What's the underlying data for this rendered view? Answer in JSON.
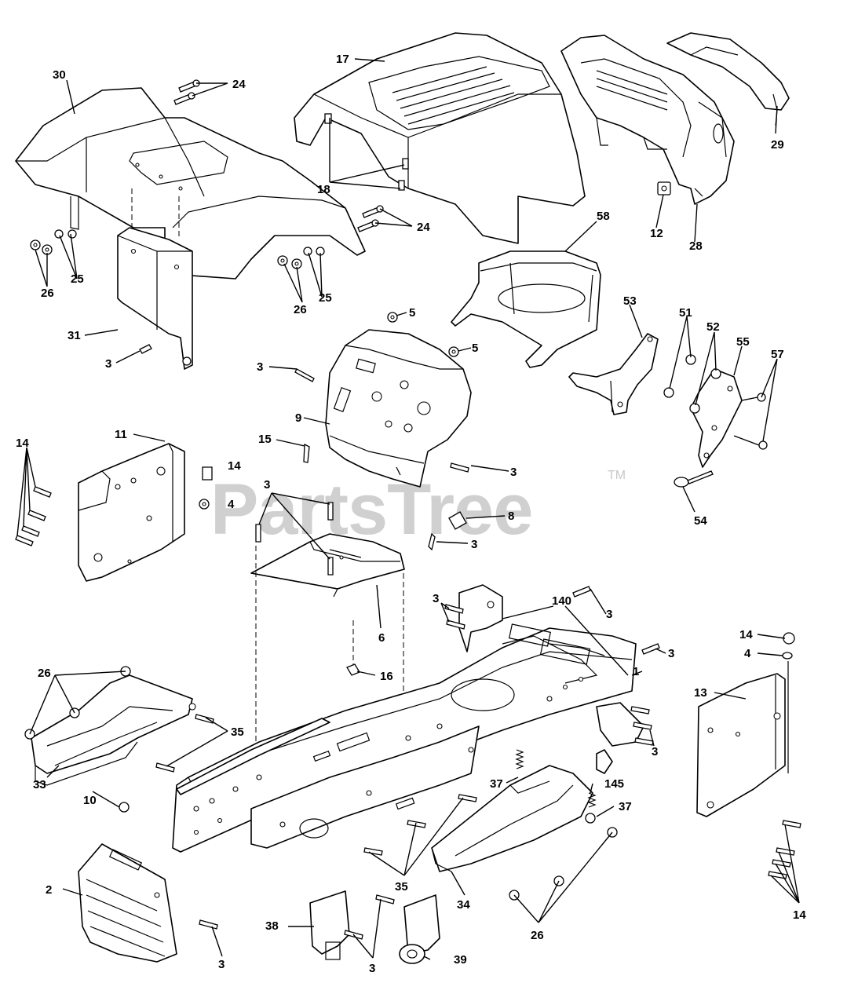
{
  "watermark": {
    "text": "PartsTree",
    "tm": "TM"
  },
  "callouts": [
    {
      "id": "c-17",
      "label": "17"
    },
    {
      "id": "c-30",
      "label": "30"
    },
    {
      "id": "c-24a",
      "label": "24"
    },
    {
      "id": "c-24b",
      "label": "24"
    },
    {
      "id": "c-18",
      "label": "18"
    },
    {
      "id": "c-29",
      "label": "29"
    },
    {
      "id": "c-12",
      "label": "12"
    },
    {
      "id": "c-28",
      "label": "28"
    },
    {
      "id": "c-58",
      "label": "58"
    },
    {
      "id": "c-25a",
      "label": "25"
    },
    {
      "id": "c-26a",
      "label": "26"
    },
    {
      "id": "c-25b",
      "label": "25"
    },
    {
      "id": "c-26b",
      "label": "26"
    },
    {
      "id": "c-31",
      "label": "31"
    },
    {
      "id": "c-3a",
      "label": "3"
    },
    {
      "id": "c-5a",
      "label": "5"
    },
    {
      "id": "c-5b",
      "label": "5"
    },
    {
      "id": "c-3b",
      "label": "3"
    },
    {
      "id": "c-53",
      "label": "53"
    },
    {
      "id": "c-51",
      "label": "51"
    },
    {
      "id": "c-52",
      "label": "52"
    },
    {
      "id": "c-55",
      "label": "55"
    },
    {
      "id": "c-57",
      "label": "57"
    },
    {
      "id": "c-9",
      "label": "9"
    },
    {
      "id": "c-11",
      "label": "11"
    },
    {
      "id": "c-14a",
      "label": "14"
    },
    {
      "id": "c-15",
      "label": "15"
    },
    {
      "id": "c-14b",
      "label": "14"
    },
    {
      "id": "c-3c",
      "label": "3"
    },
    {
      "id": "c-4a",
      "label": "4"
    },
    {
      "id": "c-3d",
      "label": "3"
    },
    {
      "id": "c-8",
      "label": "8"
    },
    {
      "id": "c-54",
      "label": "54"
    },
    {
      "id": "c-3e",
      "label": "3"
    },
    {
      "id": "c-3f",
      "label": "3"
    },
    {
      "id": "c-140",
      "label": "140"
    },
    {
      "id": "c-3g",
      "label": "3"
    },
    {
      "id": "c-6",
      "label": "6"
    },
    {
      "id": "c-3h",
      "label": "3"
    },
    {
      "id": "c-14c",
      "label": "14"
    },
    {
      "id": "c-4b",
      "label": "4"
    },
    {
      "id": "c-1",
      "label": "1"
    },
    {
      "id": "c-26c",
      "label": "26"
    },
    {
      "id": "c-16",
      "label": "16"
    },
    {
      "id": "c-13",
      "label": "13"
    },
    {
      "id": "c-35a",
      "label": "35"
    },
    {
      "id": "c-3i",
      "label": "3"
    },
    {
      "id": "c-33",
      "label": "33"
    },
    {
      "id": "c-10",
      "label": "10"
    },
    {
      "id": "c-37a",
      "label": "37"
    },
    {
      "id": "c-145",
      "label": "145"
    },
    {
      "id": "c-37b",
      "label": "37"
    },
    {
      "id": "c-2",
      "label": "2"
    },
    {
      "id": "c-35b",
      "label": "35"
    },
    {
      "id": "c-34",
      "label": "34"
    },
    {
      "id": "c-14d",
      "label": "14"
    },
    {
      "id": "c-26d",
      "label": "26"
    },
    {
      "id": "c-38",
      "label": "38"
    },
    {
      "id": "c-3j",
      "label": "3"
    },
    {
      "id": "c-39",
      "label": "39"
    },
    {
      "id": "c-3k",
      "label": "3"
    }
  ]
}
